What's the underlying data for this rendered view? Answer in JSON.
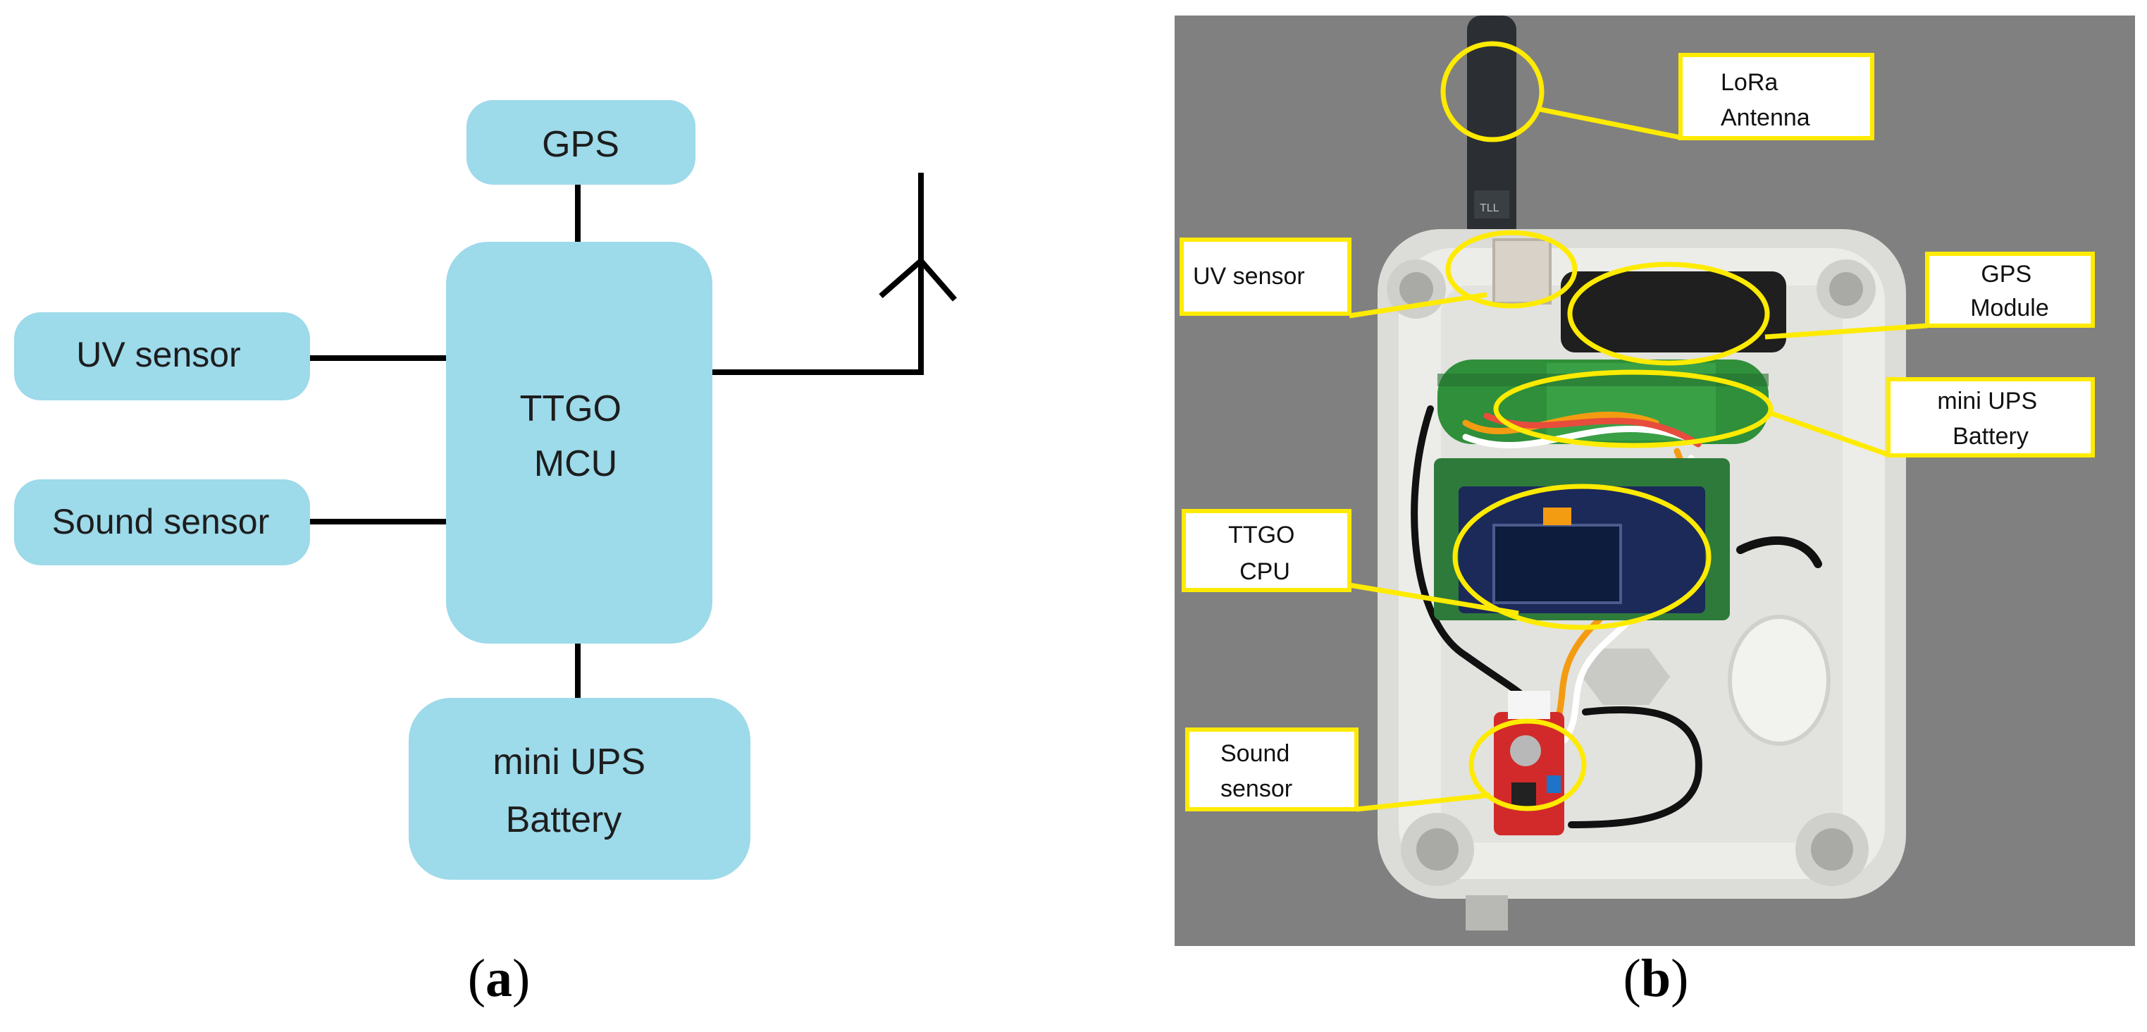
{
  "panel_a": {
    "blocks": {
      "gps": "GPS",
      "uv": "UV sensor",
      "sound": "Sound sensor",
      "mcu": [
        "TTGO",
        "MCU"
      ],
      "battery": [
        "mini UPS",
        "Battery"
      ]
    },
    "caption": "a"
  },
  "panel_b": {
    "labels": {
      "antenna": [
        "LoRa",
        "Antenna"
      ],
      "uv": [
        "UV sensor"
      ],
      "gps": [
        "GPS",
        "Module"
      ],
      "battery": [
        "mini UPS",
        "Battery"
      ],
      "cpu": [
        "TTGO",
        "CPU"
      ],
      "sound": [
        "Sound",
        "sensor"
      ]
    },
    "caption": "b"
  },
  "colors": {
    "block_fill": "#9ddaea",
    "photo_bg": "#808080",
    "highlight": "#ffeb00",
    "enclosure": "#e4e4e1",
    "antenna": "#2b2f33",
    "battery": "#2f8f3a",
    "pcb": "#2e7a3a",
    "sensor_board": "#d22a2a",
    "line": "#000000"
  }
}
